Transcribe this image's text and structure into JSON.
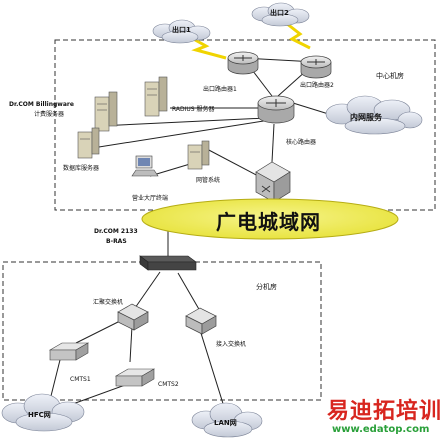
{
  "clouds": {
    "exit1": "出口1",
    "exit2": "出口2",
    "intranet": "内网服务",
    "hfc": "HFC网",
    "lan": "LAN网"
  },
  "metro": {
    "label": "广电城域网"
  },
  "areas": {
    "central": "中心机房",
    "branch": "分机房"
  },
  "devices": {
    "exit_router_1": "出口路由器1",
    "exit_router_2": "出口路由器2",
    "core_router": "核心路由器",
    "radius": "RADIUS 服务器",
    "billing_line1": "Dr.COM Billingware",
    "billing_line2": "计费服务器",
    "db_server": "数据库服务器",
    "nms": "网管系统",
    "terminal": "营业大厅终端",
    "bras_line1": "Dr.COM 2133",
    "bras_line2": "B-RAS",
    "agg_switch": "汇聚交换机",
    "access_switch": "接入交换机",
    "cmts1": "CMTS1",
    "cmts2": "CMTS2"
  },
  "watermark": {
    "brand": "易迪拓培训",
    "url": "www.edatop.com"
  }
}
